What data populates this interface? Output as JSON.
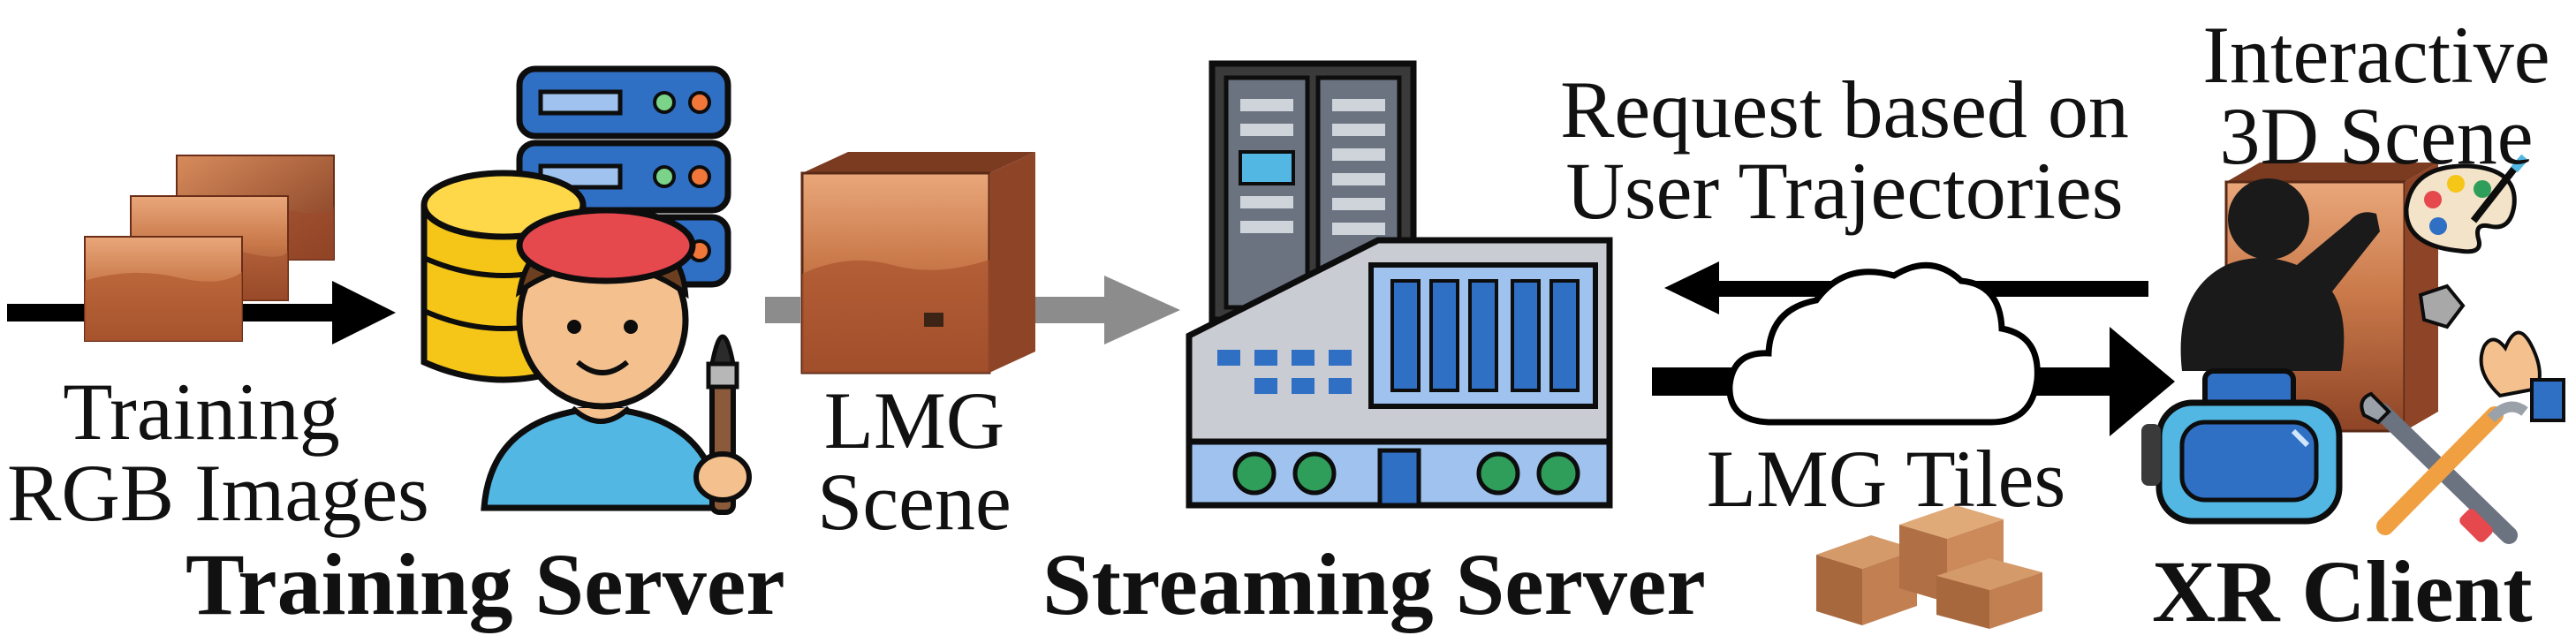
{
  "diagram": {
    "input_label_line1": "Training",
    "input_label_line2": "RGB Images",
    "training_server_label": "Training Server",
    "scene_label_line1": "LMG",
    "scene_label_line2": "Scene",
    "streaming_server_label": "Streaming Server",
    "request_label_line1": "Request based on",
    "request_label_line2": "User Trajectories",
    "tiles_label": "LMG Tiles",
    "xr_scene_label_line1": "Interactive",
    "xr_scene_label_line2": "3D Scene",
    "xr_client_label": "XR Client"
  },
  "colors": {
    "arrow_dark": "#000000",
    "arrow_gray": "#8c8c8c",
    "database_yellow": "#f5c518",
    "server_blue": "#2f6fc4",
    "building_blue": "#9fc3ee",
    "mars_orange": "#b5653a",
    "skin": "#f3c08e",
    "beret_red": "#e5484d",
    "shirt_blue": "#52b7e3",
    "box_brown": "#b9764a"
  },
  "icons": [
    "images-stack-icon",
    "database-icon",
    "server-rack-icon",
    "artist-person-icon",
    "paintbrush-icon",
    "scene-cube-icon",
    "streaming-server-icon",
    "cloud-icon",
    "package-boxes-icon",
    "vr-user-icon",
    "vr-headset-icon",
    "palette-icon",
    "tools-icon"
  ]
}
